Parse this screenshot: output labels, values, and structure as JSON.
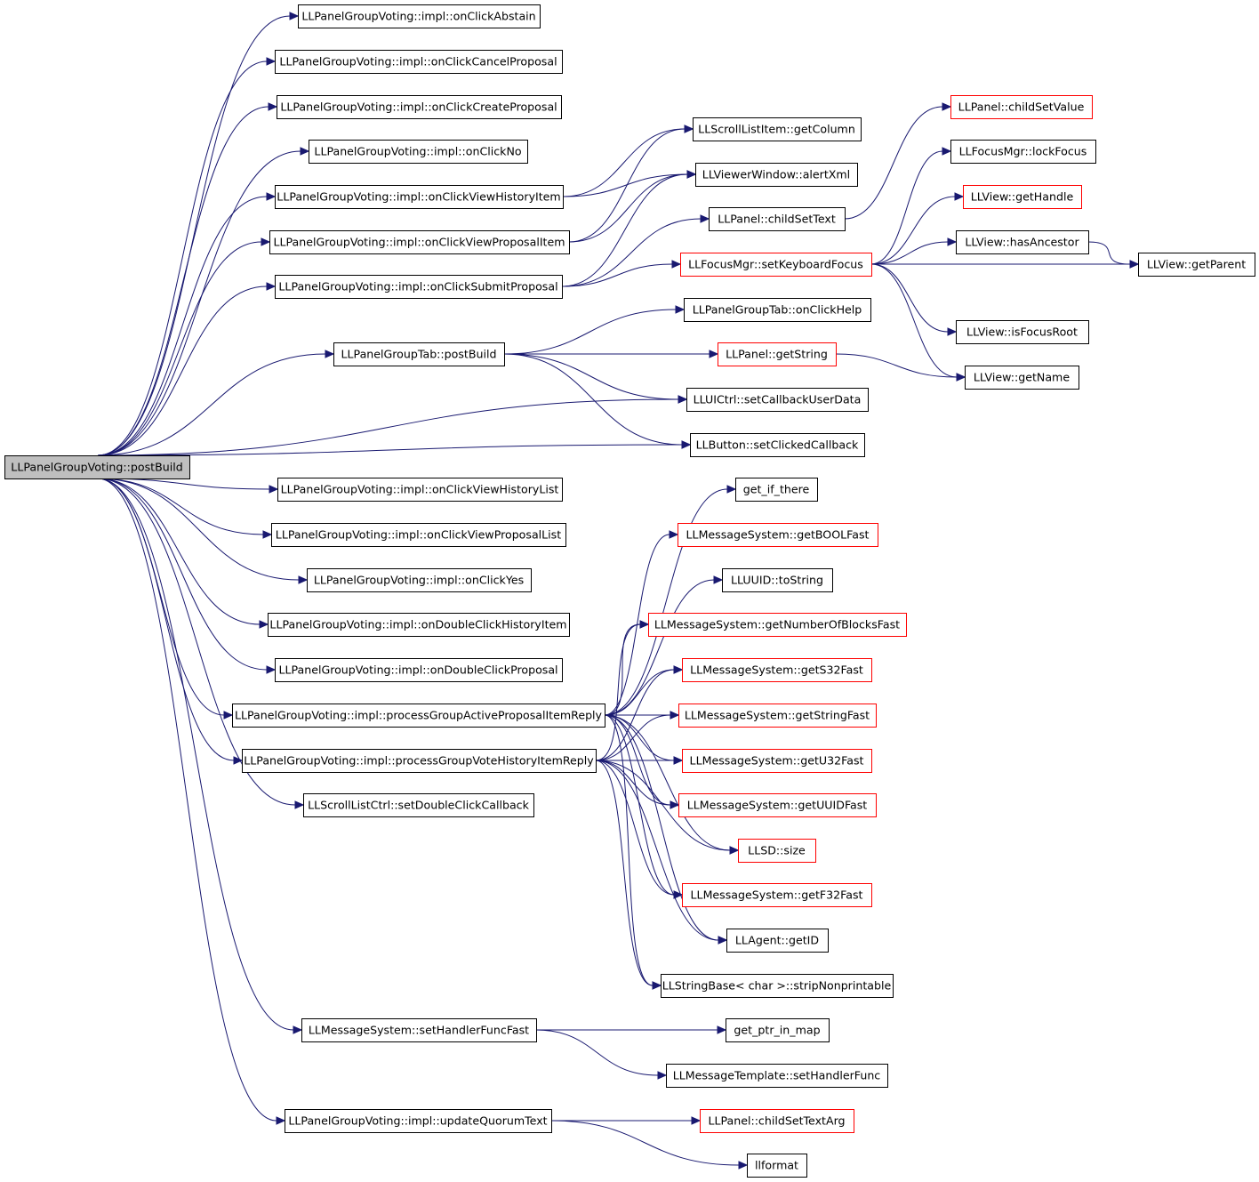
{
  "graph": {
    "colors": {
      "edge": "#191970",
      "node_border": "#000000",
      "node_border_truncated": "#ff0000",
      "root_fill": "#bfbfbf",
      "background": "#ffffff"
    },
    "nodes": [
      {
        "id": "root",
        "label": "LLPanelGroupVoting::postBuild",
        "root": true
      },
      {
        "id": "n_abstain",
        "label": "LLPanelGroupVoting::impl::onClickAbstain"
      },
      {
        "id": "n_cancel",
        "label": "LLPanelGroupVoting::impl::onClickCancelProposal"
      },
      {
        "id": "n_create",
        "label": "LLPanelGroupVoting::impl::onClickCreateProposal"
      },
      {
        "id": "n_no",
        "label": "LLPanelGroupVoting::impl::onClickNo"
      },
      {
        "id": "n_vhi",
        "label": "LLPanelGroupVoting::impl::onClickViewHistoryItem"
      },
      {
        "id": "n_vpi",
        "label": "LLPanelGroupVoting::impl::onClickViewProposalItem"
      },
      {
        "id": "n_submit",
        "label": "LLPanelGroupVoting::impl::onClickSubmitProposal"
      },
      {
        "id": "n_tabpost",
        "label": "LLPanelGroupTab::postBuild"
      },
      {
        "id": "n_vhl",
        "label": "LLPanelGroupVoting::impl::onClickViewHistoryList"
      },
      {
        "id": "n_vpl",
        "label": "LLPanelGroupVoting::impl::onClickViewProposalList"
      },
      {
        "id": "n_yes",
        "label": "LLPanelGroupVoting::impl::onClickYes"
      },
      {
        "id": "n_dchi",
        "label": "LLPanelGroupVoting::impl::onDoubleClickHistoryItem"
      },
      {
        "id": "n_dcp",
        "label": "LLPanelGroupVoting::impl::onDoubleClickProposal"
      },
      {
        "id": "n_pgap",
        "label": "LLPanelGroupVoting::impl::processGroupActiveProposalItemReply"
      },
      {
        "id": "n_pgvh",
        "label": "LLPanelGroupVoting::impl::processGroupVoteHistoryItemReply"
      },
      {
        "id": "n_sldcc",
        "label": "LLScrollListCtrl::setDoubleClickCallback"
      },
      {
        "id": "n_shff",
        "label": "LLMessageSystem::setHandlerFuncFast"
      },
      {
        "id": "n_uqt",
        "label": "LLPanelGroupVoting::impl::updateQuorumText"
      },
      {
        "id": "n_getcol",
        "label": "LLScrollListItem::getColumn"
      },
      {
        "id": "n_alert",
        "label": "LLViewerWindow::alertXml"
      },
      {
        "id": "n_childtext",
        "label": "LLPanel::childSetText"
      },
      {
        "id": "n_setkb",
        "label": "LLFocusMgr::setKeyboardFocus",
        "red": true
      },
      {
        "id": "n_help",
        "label": "LLPanelGroupTab::onClickHelp"
      },
      {
        "id": "n_getstr",
        "label": "LLPanel::getString",
        "red": true
      },
      {
        "id": "n_setcbud",
        "label": "LLUICtrl::setCallbackUserData"
      },
      {
        "id": "n_setclk",
        "label": "LLButton::setClickedCallback"
      },
      {
        "id": "n_childval",
        "label": "LLPanel::childSetValue",
        "red": true
      },
      {
        "id": "n_lockfocus",
        "label": "LLFocusMgr::lockFocus"
      },
      {
        "id": "n_gethandle",
        "label": "LLView::getHandle",
        "red": true
      },
      {
        "id": "n_hasanc",
        "label": "LLView::hasAncestor"
      },
      {
        "id": "n_getparent",
        "label": "LLView::getParent"
      },
      {
        "id": "n_isfocusroot",
        "label": "LLView::isFocusRoot"
      },
      {
        "id": "n_getname",
        "label": "LLView::getName"
      },
      {
        "id": "n_getifthere",
        "label": "get_if_there"
      },
      {
        "id": "n_getbool",
        "label": "LLMessageSystem::getBOOLFast",
        "red": true
      },
      {
        "id": "n_tostring",
        "label": "LLUUID::toString"
      },
      {
        "id": "n_getnb",
        "label": "LLMessageSystem::getNumberOfBlocksFast",
        "red": true
      },
      {
        "id": "n_gets32",
        "label": "LLMessageSystem::getS32Fast",
        "red": true
      },
      {
        "id": "n_getstrfast",
        "label": "LLMessageSystem::getStringFast",
        "red": true
      },
      {
        "id": "n_getu32",
        "label": "LLMessageSystem::getU32Fast",
        "red": true
      },
      {
        "id": "n_getuuid",
        "label": "LLMessageSystem::getUUIDFast",
        "red": true
      },
      {
        "id": "n_size",
        "label": "LLSD::size",
        "red": true
      },
      {
        "id": "n_getf32",
        "label": "LLMessageSystem::getF32Fast",
        "red": true
      },
      {
        "id": "n_agentid",
        "label": "LLAgent::getID"
      },
      {
        "id": "n_strip",
        "label": "LLStringBase< char >::stripNonprintable"
      },
      {
        "id": "n_getptr",
        "label": "get_ptr_in_map"
      },
      {
        "id": "n_msgtpl",
        "label": "LLMessageTemplate::setHandlerFunc"
      },
      {
        "id": "n_childarg",
        "label": "LLPanel::childSetTextArg",
        "red": true
      },
      {
        "id": "n_llformat",
        "label": "llformat"
      }
    ],
    "edges": [
      [
        "root",
        "n_abstain"
      ],
      [
        "root",
        "n_cancel"
      ],
      [
        "root",
        "n_create"
      ],
      [
        "root",
        "n_no"
      ],
      [
        "root",
        "n_vhi"
      ],
      [
        "root",
        "n_vpi"
      ],
      [
        "root",
        "n_submit"
      ],
      [
        "root",
        "n_tabpost"
      ],
      [
        "root",
        "n_setcbud"
      ],
      [
        "root",
        "n_setclk"
      ],
      [
        "root",
        "n_vhl"
      ],
      [
        "root",
        "n_vpl"
      ],
      [
        "root",
        "n_yes"
      ],
      [
        "root",
        "n_dchi"
      ],
      [
        "root",
        "n_dcp"
      ],
      [
        "root",
        "n_pgap"
      ],
      [
        "root",
        "n_pgvh"
      ],
      [
        "root",
        "n_sldcc"
      ],
      [
        "root",
        "n_shff"
      ],
      [
        "root",
        "n_uqt"
      ],
      [
        "n_vhi",
        "n_getcol"
      ],
      [
        "n_vhi",
        "n_alert"
      ],
      [
        "n_vpi",
        "n_getcol"
      ],
      [
        "n_vpi",
        "n_alert"
      ],
      [
        "n_submit",
        "n_alert"
      ],
      [
        "n_submit",
        "n_childtext"
      ],
      [
        "n_submit",
        "n_setkb"
      ],
      [
        "n_tabpost",
        "n_help"
      ],
      [
        "n_tabpost",
        "n_getstr"
      ],
      [
        "n_tabpost",
        "n_setcbud"
      ],
      [
        "n_tabpost",
        "n_setclk"
      ],
      [
        "n_childtext",
        "n_childval"
      ],
      [
        "n_setkb",
        "n_lockfocus"
      ],
      [
        "n_setkb",
        "n_gethandle"
      ],
      [
        "n_setkb",
        "n_hasanc"
      ],
      [
        "n_setkb",
        "n_getparent"
      ],
      [
        "n_setkb",
        "n_isfocusroot"
      ],
      [
        "n_setkb",
        "n_getname"
      ],
      [
        "n_hasanc",
        "n_getparent"
      ],
      [
        "n_getstr",
        "n_getname"
      ],
      [
        "n_pgap",
        "n_getifthere"
      ],
      [
        "n_pgap",
        "n_getbool"
      ],
      [
        "n_pgap",
        "n_tostring"
      ],
      [
        "n_pgap",
        "n_getnb"
      ],
      [
        "n_pgap",
        "n_gets32"
      ],
      [
        "n_pgap",
        "n_getstrfast"
      ],
      [
        "n_pgap",
        "n_getu32"
      ],
      [
        "n_pgap",
        "n_getuuid"
      ],
      [
        "n_pgap",
        "n_size"
      ],
      [
        "n_pgap",
        "n_getf32"
      ],
      [
        "n_pgap",
        "n_agentid"
      ],
      [
        "n_pgap",
        "n_strip"
      ],
      [
        "n_pgvh",
        "n_getnb"
      ],
      [
        "n_pgvh",
        "n_gets32"
      ],
      [
        "n_pgvh",
        "n_getstrfast"
      ],
      [
        "n_pgvh",
        "n_getu32"
      ],
      [
        "n_pgvh",
        "n_getuuid"
      ],
      [
        "n_pgvh",
        "n_size"
      ],
      [
        "n_pgvh",
        "n_getf32"
      ],
      [
        "n_pgvh",
        "n_agentid"
      ],
      [
        "n_pgvh",
        "n_strip"
      ],
      [
        "n_shff",
        "n_getptr"
      ],
      [
        "n_shff",
        "n_msgtpl"
      ],
      [
        "n_uqt",
        "n_childarg"
      ],
      [
        "n_uqt",
        "n_llformat"
      ]
    ]
  }
}
